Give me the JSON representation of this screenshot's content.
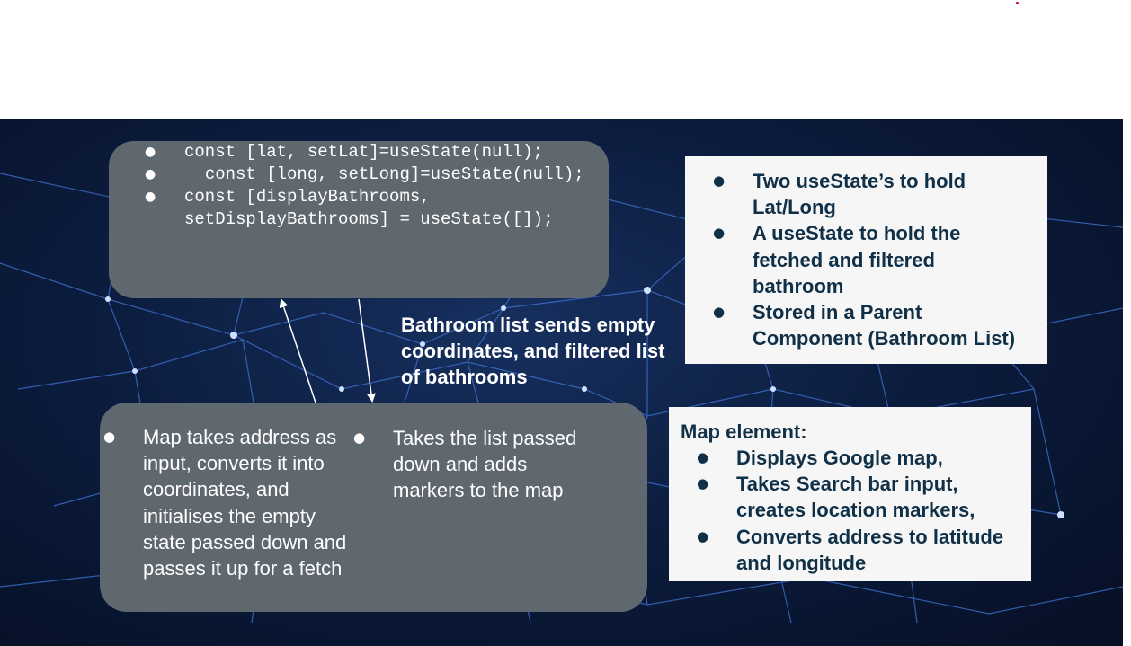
{
  "code_box": {
    "lines": [
      "const [lat, setLat]=useState(null);",
      "  const [long, setLong]=useState(null);",
      "const [displayBathrooms, setDisplayBathrooms] = useState([]);"
    ]
  },
  "state_notes": {
    "items": [
      "Two useState’s to hold Lat/Long",
      "A useState to hold the fetched and filtered bathroom",
      "Stored in a Parent Component (Bathroom List)"
    ]
  },
  "flow_caption": "Bathroom list sends empty coordinates, and filtered list of bathrooms",
  "map_component": {
    "left_item": "Map takes address as input, converts it into coordinates, and initialises the empty state passed down and passes it up  for a fetch",
    "right_item": "Takes the list passed down and adds markers to the map"
  },
  "map_element": {
    "title": "Map element:",
    "items": [
      "Displays Google map,",
      "Takes Search bar input, creates location markers,",
      "Converts address to latitude and longitude"
    ]
  },
  "bullet_glyph": "●",
  "colors": {
    "dark_box": "#5f676f",
    "light_box": "#f6f6f6",
    "light_box_text": "#103047",
    "background": "#0c1d3f"
  }
}
